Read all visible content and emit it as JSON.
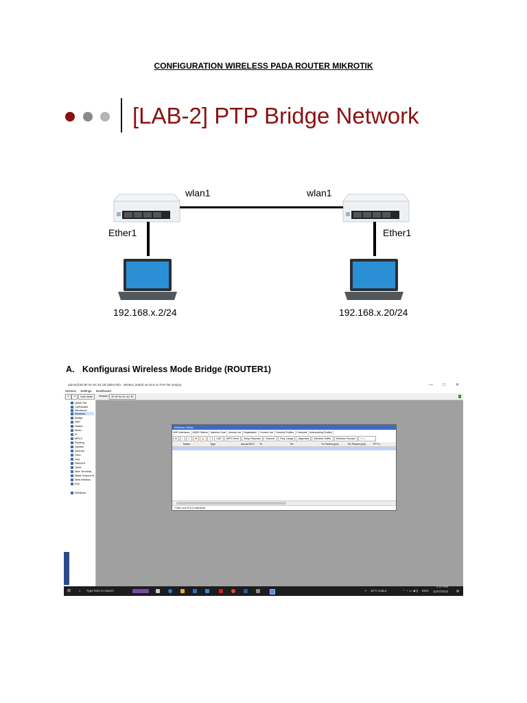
{
  "document": {
    "title": "CONFIGURATION WIRELESS PADA ROUTER MIKROTIK",
    "section_a": {
      "number": "A.",
      "text": "Konfigurasi Wireless Mode Bridge (ROUTER1)"
    }
  },
  "slide": {
    "title": "[LAB-2] PTP Bridge Network",
    "dot_colors": [
      "#8b1010",
      "#8a8a8a",
      "#b5b5b5"
    ]
  },
  "diagram": {
    "left_wlan": "wlan1",
    "right_wlan": "wlan1",
    "left_ether": "Ether1",
    "right_ether": "Ether1",
    "left_ip": "192.168.x.2/24",
    "right_ip": "192.168.x.20/24"
  },
  "screenshot": {
    "window_title": "admin@4E:8F:5A:9C:61:3D (MikroTik) - WinBox (64bit) v6.49.8 on hAP lite (smips)",
    "menu": [
      "Session",
      "Settings",
      "Dashboard"
    ],
    "toolbar": {
      "safe_mode": "Safe Mode",
      "session_label": "Session:",
      "session_value": "4E:8F:5A:9C:61:3D"
    },
    "sidebar_items": [
      "Quick Set",
      "CAPsMAN",
      "Interfaces",
      "Wireless",
      "Bridge",
      "PPP",
      "Switch",
      "Mesh",
      "IP",
      "MPLS",
      "Routing",
      "System",
      "Queues",
      "Files",
      "Log",
      "RADIUS",
      "Tools",
      "New Terminal",
      "Make Supout.rif",
      "New WinBox",
      "Exit",
      "Windows"
    ],
    "dialog": {
      "title": "Wireless Tables",
      "tabs": [
        "WiFi Interfaces",
        "W60G Station",
        "Nstreme Dual",
        "Access List",
        "Registration",
        "Connect List",
        "Security Profiles",
        "Channels",
        "Interworking Profiles"
      ],
      "buttons": [
        "CAP",
        "WPS Client",
        "Setup Repeater",
        "Scanner",
        "Freq. Usage",
        "Alignment",
        "Wireless Sniffer",
        "Wireless Snooper",
        "Find"
      ],
      "columns": [
        "Name",
        "Type",
        "Actual MTU",
        "Tx",
        "Rx",
        "Tx Packet (p/s)",
        "Rx Packet (p/s)",
        "FP Tx"
      ],
      "status": "1 item out of 5 (1 selected)"
    },
    "taskbar": {
      "search": "Type here to search",
      "weather": "32°C Kabut",
      "lang": "ENG",
      "time": "2:37 PM",
      "date": "11/07/2023"
    }
  }
}
